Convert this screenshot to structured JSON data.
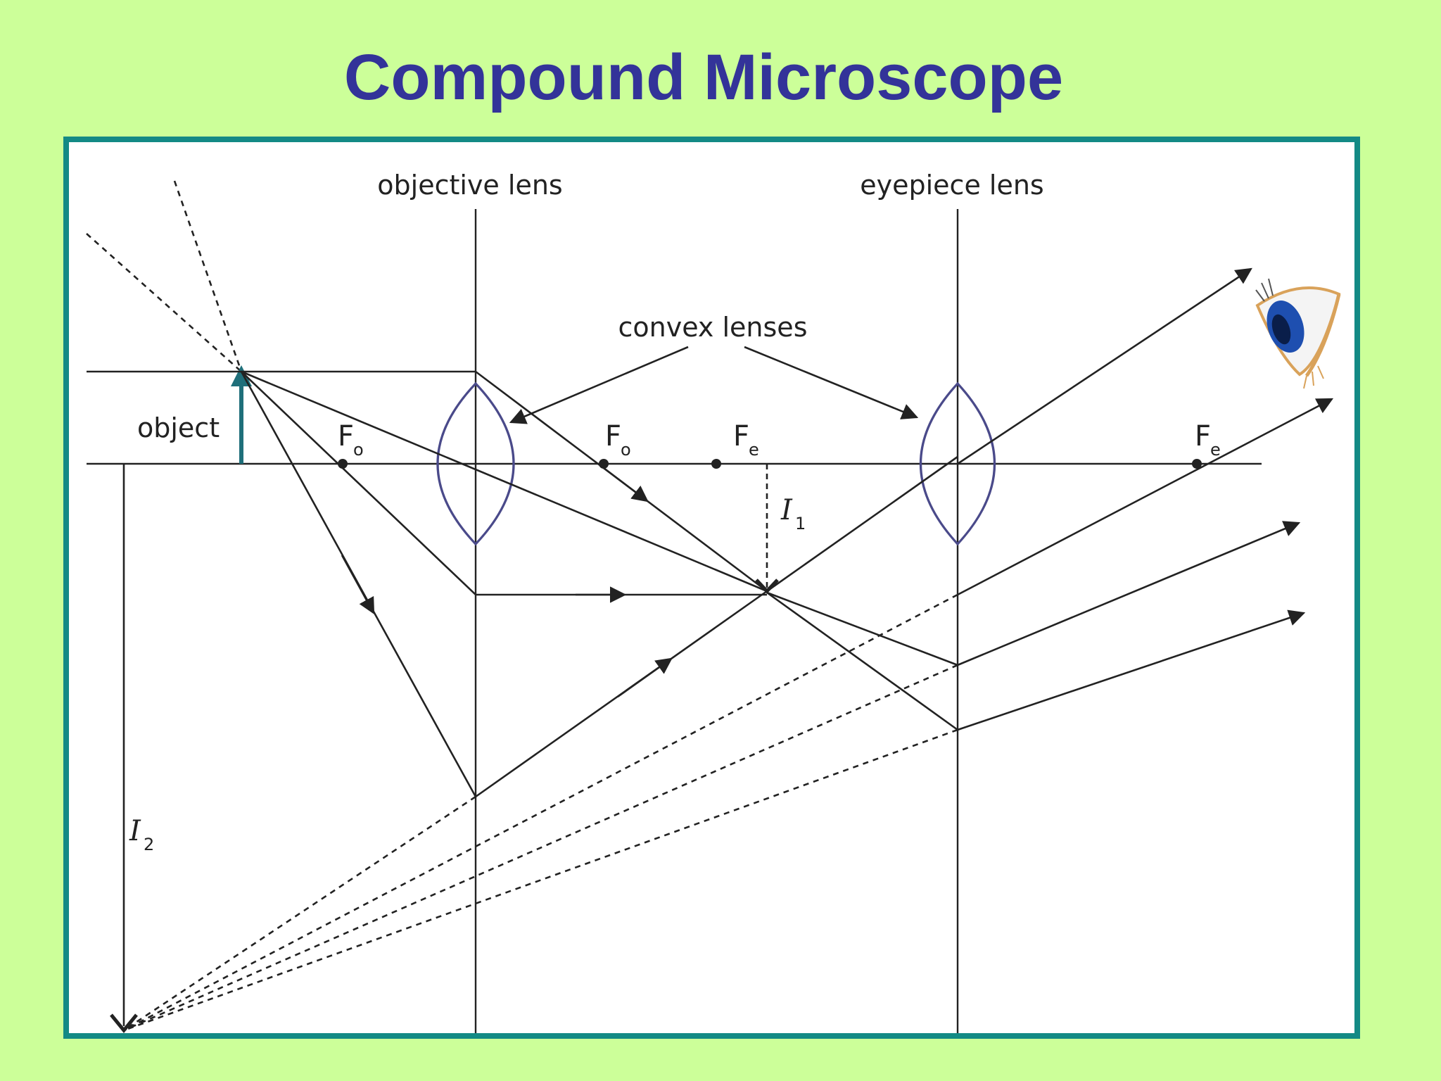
{
  "title": "Compound Microscope",
  "labels": {
    "objective_lens": "objective lens",
    "eyepiece_lens": "eyepiece lens",
    "convex_lenses": "convex lenses",
    "object": "object"
  },
  "focal_points": [
    {
      "letter": "F",
      "sub": "o"
    },
    {
      "letter": "F",
      "sub": "o"
    },
    {
      "letter": "F",
      "sub": "e"
    },
    {
      "letter": "F",
      "sub": "e"
    }
  ],
  "images": [
    {
      "letter": "I",
      "sub": "1"
    },
    {
      "letter": "I",
      "sub": "2"
    }
  ],
  "colors": {
    "background": "#ccff99",
    "title": "#333399",
    "frame_border": "#138a85",
    "lens": "#4a4a8a",
    "object_arrow": "#1f6f7a",
    "ray": "#222222"
  },
  "icons": [
    "eye-icon"
  ]
}
